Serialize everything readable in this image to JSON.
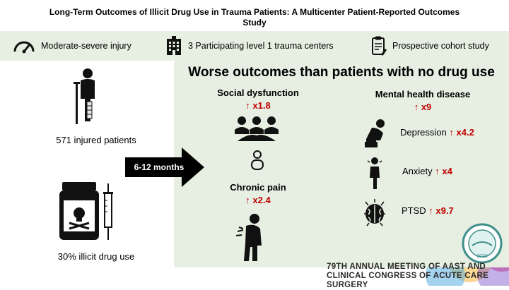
{
  "title": "Long-Term Outcomes of Illicit Drug Use in Trauma Patients: A Multicenter Patient-Reported Outcomes Study",
  "banner": {
    "items": [
      {
        "label": "Moderate-severe injury",
        "icon": "speedometer-icon"
      },
      {
        "label": "3 Participating level 1 trauma centers",
        "icon": "hospital-building-icon"
      },
      {
        "label": "Prospective cohort study",
        "icon": "clipboard-pencil-icon"
      }
    ]
  },
  "left": {
    "patients_label": "571 injured patients",
    "drug_label": "30% illicit drug use"
  },
  "timeline_arrow": "6-12 months",
  "headline": "Worse outcomes than patients with no drug use",
  "outcomes": {
    "social": {
      "label": "Social dysfunction",
      "arrow": "↑",
      "value": "x1.8"
    },
    "pain": {
      "label": "Chronic pain",
      "arrow": "↑",
      "value": "x2.4"
    },
    "mental": {
      "label": "Mental health disease",
      "arrow": "↑",
      "value": "x9"
    },
    "depression": {
      "label": "Depression",
      "arrow": "↑",
      "value": "x4.2"
    },
    "anxiety": {
      "label": "Anxiety",
      "arrow": "↑",
      "value": "x4"
    },
    "ptsd": {
      "label": "PTSD",
      "arrow": "↑",
      "value": "x9.7"
    }
  },
  "footer": {
    "line1": "79TH ANNUAL MEETING OF AAST AND",
    "line2": "CLINICAL CONGRESS OF ACUTE CARE SURGERY",
    "seal_year": "2020"
  },
  "colors": {
    "accent_red": "#c00000",
    "panel_green": "#e6efe1",
    "arrow_black": "#000000"
  }
}
